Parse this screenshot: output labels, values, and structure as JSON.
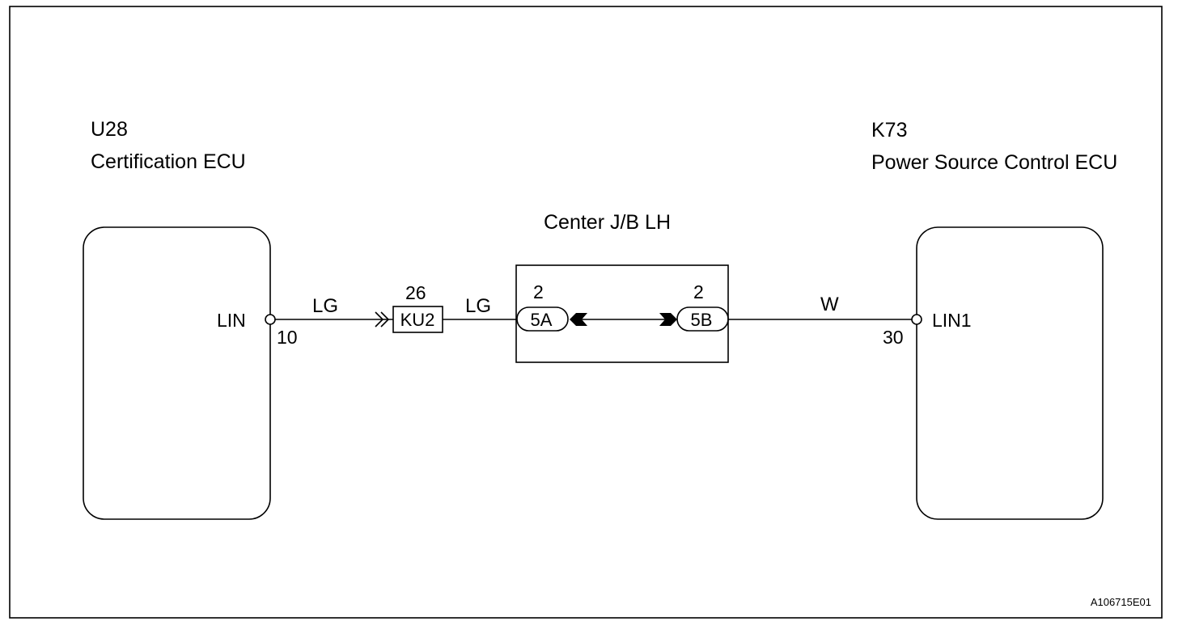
{
  "components": {
    "left_ecu": {
      "code": "U28",
      "name": "Certification ECU",
      "terminal_name": "LIN",
      "terminal_pin": "10"
    },
    "right_ecu": {
      "code": "K73",
      "name": "Power Source Control ECU",
      "terminal_name": "LIN1",
      "terminal_pin": "30"
    },
    "junction_block": {
      "name": "Center J/B LH",
      "left_connector": {
        "label": "5A",
        "pin": "2"
      },
      "right_connector": {
        "label": "5B",
        "pin": "2"
      }
    },
    "inline_connector": {
      "label": "KU2",
      "pin": "26"
    }
  },
  "wires": {
    "w1_color": "LG",
    "w2_color": "LG",
    "w3_color": "W"
  },
  "figure_code": "A106715E01",
  "colors": {
    "line": "#000000",
    "background": "#ffffff"
  }
}
